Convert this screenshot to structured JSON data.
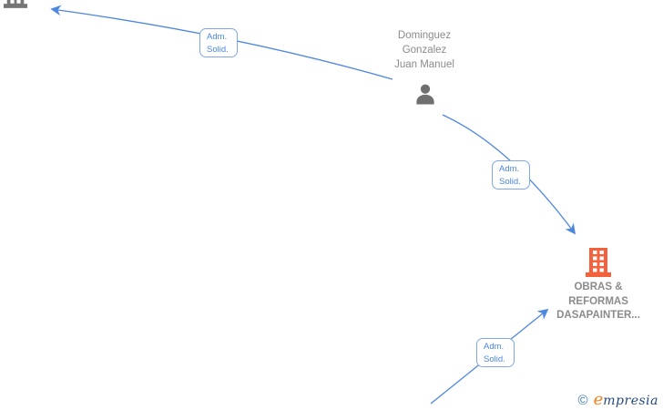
{
  "diagram": {
    "nodes": {
      "person": {
        "name_line1": "Dominguez",
        "name_line2": "Gonzalez",
        "name_line3": "Juan Manuel",
        "icon": "person-icon",
        "icon_color": "#6f6f6f"
      },
      "company_main": {
        "name_line1": "OBRAS &",
        "name_line2": "REFORMAS",
        "name_line3": "DASAPAINTER...",
        "icon": "building-icon",
        "icon_color": "#f4623c"
      },
      "company_partial_top_left": {
        "icon": "building-icon",
        "icon_color": "#757575"
      }
    },
    "edges": {
      "edge1": {
        "label_line1": "Adm.",
        "label_line2": "Solid."
      },
      "edge2": {
        "label_line1": "Adm.",
        "label_line2": "Solid."
      },
      "edge3": {
        "label_line1": "Adm.",
        "label_line2": "Solid."
      }
    },
    "colors": {
      "edge_blue": "#4e87e0",
      "label_border": "#7fa8ec",
      "label_text": "#4a86e8",
      "node_text": "#8b8b8b",
      "person_gray": "#6f6f6f",
      "building_orange": "#f4623c"
    }
  },
  "watermark": {
    "copyright_symbol": "©",
    "brand_initial": "e",
    "brand_rest": "mpresia"
  }
}
